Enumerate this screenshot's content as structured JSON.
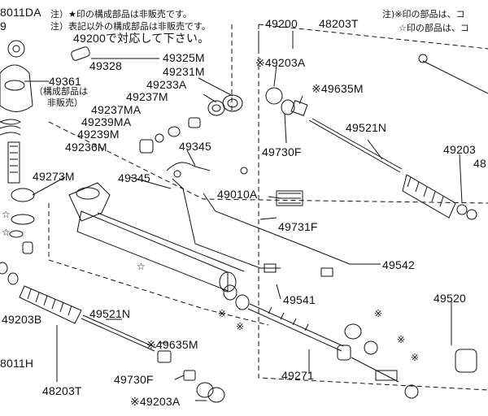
{
  "notes": {
    "line1": "注）★印の構成部品は非販売です。",
    "line2": "注）表記以外の構成部品は非販売です。",
    "right1": "注)※印の部品は、コ",
    "right2": "☆印の部品は、コ",
    "sub_parts1": "（構成部品は",
    "sub_parts2": "非販売）"
  },
  "labels": {
    "p48011DA": "8011DA",
    "p49200top": "49200",
    "p49200ref": "49200で対応して下さい。",
    "p48203T_top": "48203T",
    "p49328": "49328",
    "p49325M": "49325M",
    "p49231M": "49231M",
    "p49233A": "49233A",
    "p49237M": "49237M",
    "p49237MA": "49237MA",
    "p49239MA": "49239MA",
    "p49239M": "49239M",
    "p49236M": "49236M",
    "p49361": "49361",
    "p49203A_top": "※49203A",
    "p49635M_top": "※49635M",
    "p49521N_top": "49521N",
    "p49730F_top": "49730F",
    "p49203_right": "49203",
    "p48_right": "48",
    "p49345a": "49345",
    "p49345b": "49345",
    "p49273M": "49273M",
    "p49010A": "49010A",
    "p49731F": "49731F",
    "p49542": "49542",
    "p49541": "49541",
    "p49520": "49520",
    "p49203B": "49203B",
    "p49521N_bot": "49521N",
    "p49635M_bot": "※49635M",
    "p49730F_bot": "49730F",
    "p48011H": "8011H",
    "p48203T_bot": "48203T",
    "p49203A_bot": "※49203A",
    "p49271": "49271",
    "p9": "9",
    "mark_ast": "※"
  }
}
